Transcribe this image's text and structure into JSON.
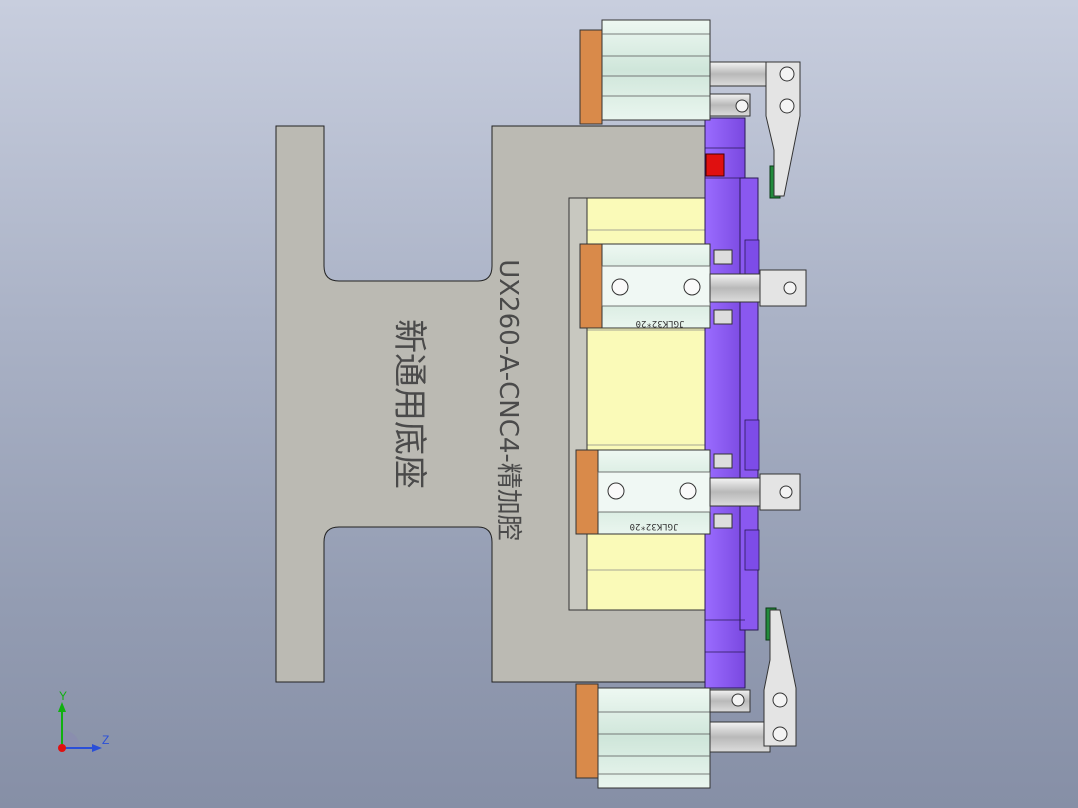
{
  "model": {
    "part_label": "UX260-A-CNC4-精加腔",
    "title_label": "新通用底座",
    "cylinder_label_1": "JGLK32*20",
    "cylinder_label_2": "JGLK32*20"
  },
  "triad": {
    "y_label": "Y",
    "z_label": "Z",
    "x_color": "#e01010",
    "y_color": "#10b010",
    "z_color": "#2a4fd8"
  },
  "colors": {
    "base_plate": "#bbbab3",
    "fixture_body": "#8b5cf0",
    "cylinder_body": "#d9ede2",
    "copper_block": "#d98a4a",
    "support_block": "#fafab8",
    "clamp_arm": "#e4e4e4",
    "stop_red": "#e01010",
    "stop_green": "#228b3c"
  }
}
